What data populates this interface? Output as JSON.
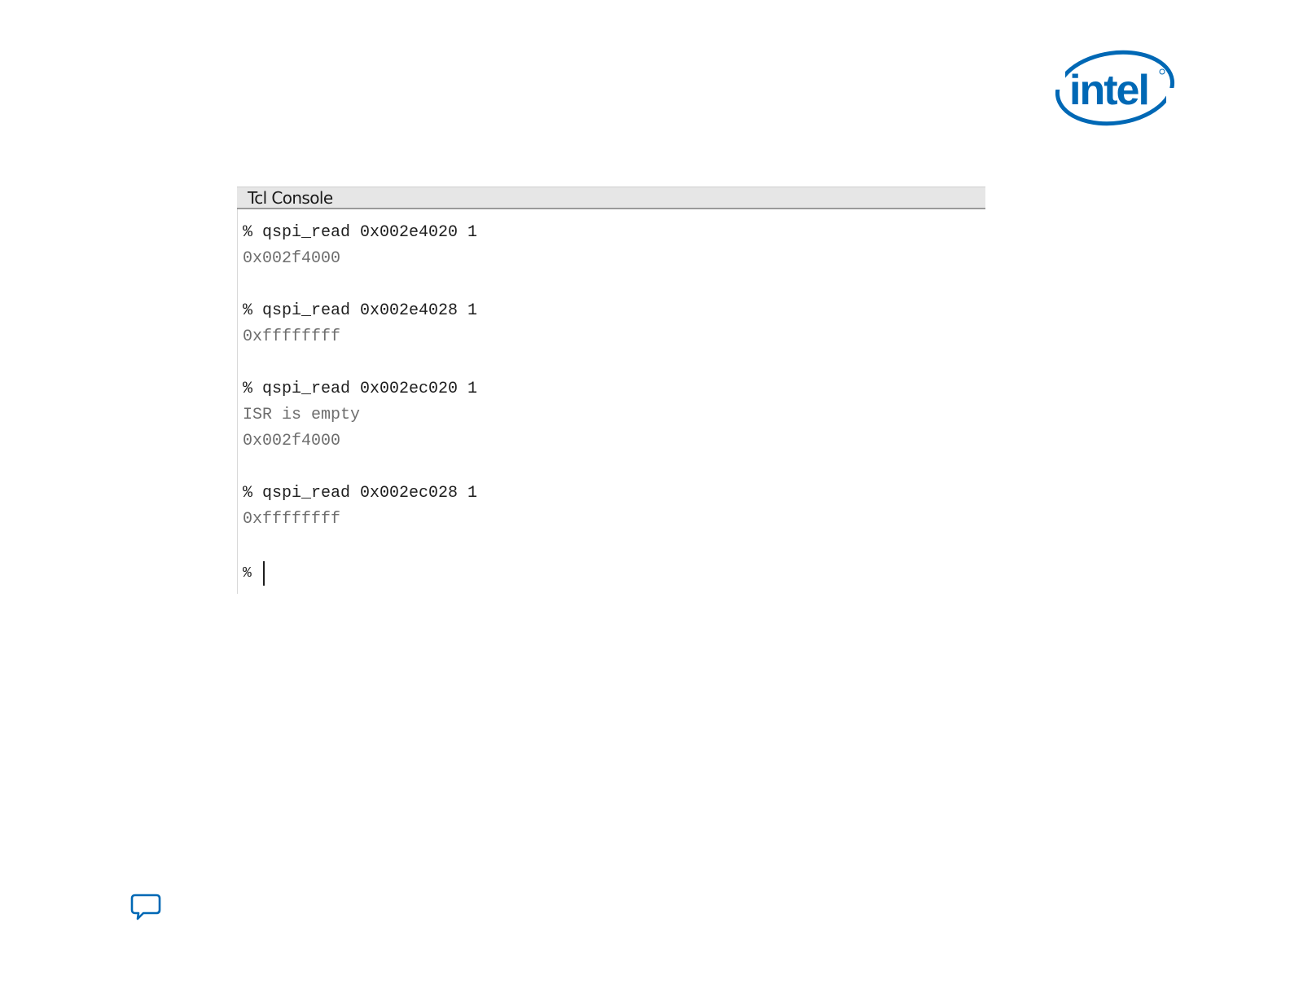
{
  "brand": {
    "logo_text": "intel",
    "color": "#0068b5"
  },
  "console": {
    "title": "Tcl Console",
    "lines": [
      {
        "type": "cmd",
        "text": "% qspi_read 0x002e4020 1"
      },
      {
        "type": "out",
        "text": "0x002f4000"
      },
      {
        "type": "blank",
        "text": ""
      },
      {
        "type": "cmd",
        "text": "% qspi_read 0x002e4028 1"
      },
      {
        "type": "out",
        "text": "0xffffffff"
      },
      {
        "type": "blank",
        "text": ""
      },
      {
        "type": "cmd",
        "text": "% qspi_read 0x002ec020 1"
      },
      {
        "type": "out",
        "text": "ISR is empty"
      },
      {
        "type": "out",
        "text": "0x002f4000"
      },
      {
        "type": "blank",
        "text": ""
      },
      {
        "type": "cmd",
        "text": "% qspi_read 0x002ec028 1"
      },
      {
        "type": "out",
        "text": "0xffffffff"
      },
      {
        "type": "blank",
        "text": ""
      }
    ],
    "prompt": "%"
  },
  "footer": {
    "feedback_icon": "speech-bubble-icon",
    "icon_color": "#0068b5"
  }
}
